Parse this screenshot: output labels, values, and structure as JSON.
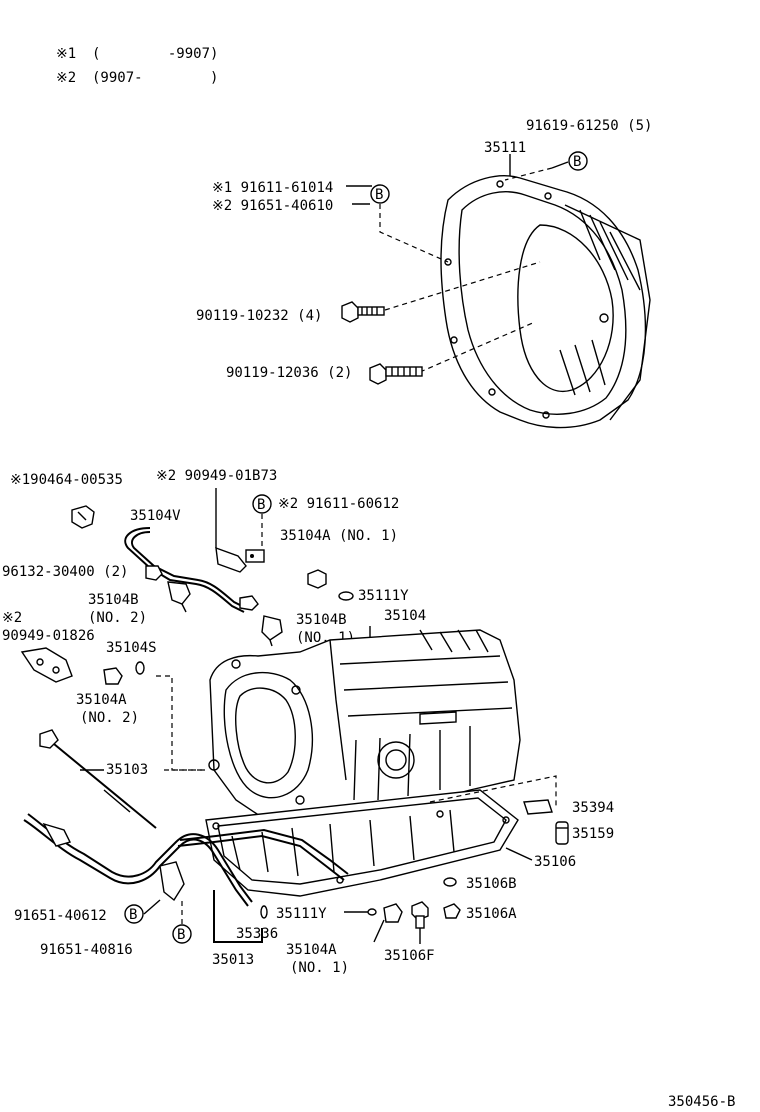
{
  "notes": [
    {
      "mark": "※1",
      "range": "(        -9907)"
    },
    {
      "mark": "※2",
      "range": "(9907-        )"
    }
  ],
  "bolt_marker": "B",
  "labels": {
    "p_91619_61250": "91619-61250 (5)",
    "p_35111": "35111",
    "p_91611_61014": "※1 91611-61014",
    "p_91651_40610": "※2 91651-40610",
    "p_90119_10232": "90119-10232 (4)",
    "p_90119_12036": "90119-12036 (2)",
    "p_90464_00535": "※190464-00535",
    "p_90949_01b73": "※2 90949-01B73",
    "p_91611_60612": "※2 91611-60612",
    "p_35104v": "35104V",
    "p_35104a_no1_top": "35104A (NO. 1)",
    "p_96132_30400": "96132-30400 (2)",
    "p_35104b_no2": "35104B",
    "p_35104b_no2_sub": "(NO. 2)",
    "p_35111y_top": "35111Y",
    "p_35104": "35104",
    "p_35104b_no1": "35104B",
    "p_35104b_no1_sub": "(NO. 1)",
    "p_90949_01826_mark": "※2",
    "p_90949_01826": "90949-01826",
    "p_35104s": "35104S",
    "p_35104a_no2": "35104A",
    "p_35104a_no2_sub": "(NO. 2)",
    "p_35103": "35103",
    "p_35394": "35394",
    "p_35159": "35159",
    "p_35106": "35106",
    "p_35106b": "35106B",
    "p_91651_40612": "91651-40612",
    "p_35111y_bot": "35111Y",
    "p_35106a": "35106A",
    "p_35336": "35336",
    "p_91651_40816": "91651-40816",
    "p_35104a_no1_bot": "35104A",
    "p_35104a_no1_bot_sub": "(NO. 1)",
    "p_35013": "35013",
    "p_35106f": "35106F",
    "diagram_id": "350456-B"
  }
}
